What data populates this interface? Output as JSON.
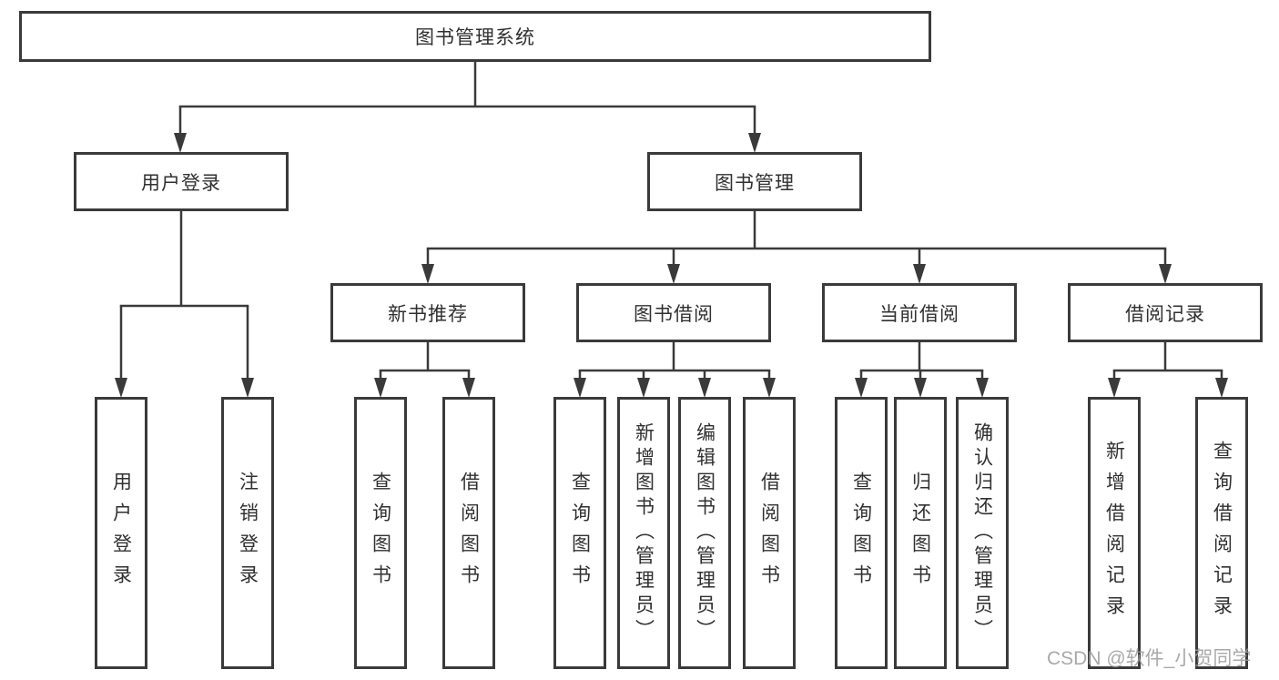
{
  "colors": {
    "background": "#ffffff",
    "line": "#3a3a3a",
    "box_border": "#3a3a3a",
    "text": "#303030",
    "watermark": "#9b9b9b"
  },
  "root": {
    "label": "图书管理系统"
  },
  "level2": {
    "user_login": {
      "label": "用户登录"
    },
    "book_management": {
      "label": "图书管理"
    }
  },
  "user_login_children": [
    {
      "label": "用户登录"
    },
    {
      "label": "注销登录"
    }
  ],
  "book_sections": [
    {
      "label": "新书推荐",
      "children": [
        {
          "label": "查询图书"
        },
        {
          "label": "借阅图书"
        }
      ]
    },
    {
      "label": "图书借阅",
      "children": [
        {
          "label": "查询图书"
        },
        {
          "label": "新增图书（管理员）"
        },
        {
          "label": "编辑图书（管理员）"
        },
        {
          "label": "借阅图书"
        }
      ]
    },
    {
      "label": "当前借阅",
      "children": [
        {
          "label": "查询图书"
        },
        {
          "label": "归还图书"
        },
        {
          "label": "确认归还（管理员）"
        }
      ]
    },
    {
      "label": "借阅记录",
      "children": [
        {
          "label": "新增借阅记录"
        },
        {
          "label": "查询借阅记录"
        }
      ]
    }
  ],
  "watermark": {
    "text": "CSDN @软件_小贺同学"
  }
}
